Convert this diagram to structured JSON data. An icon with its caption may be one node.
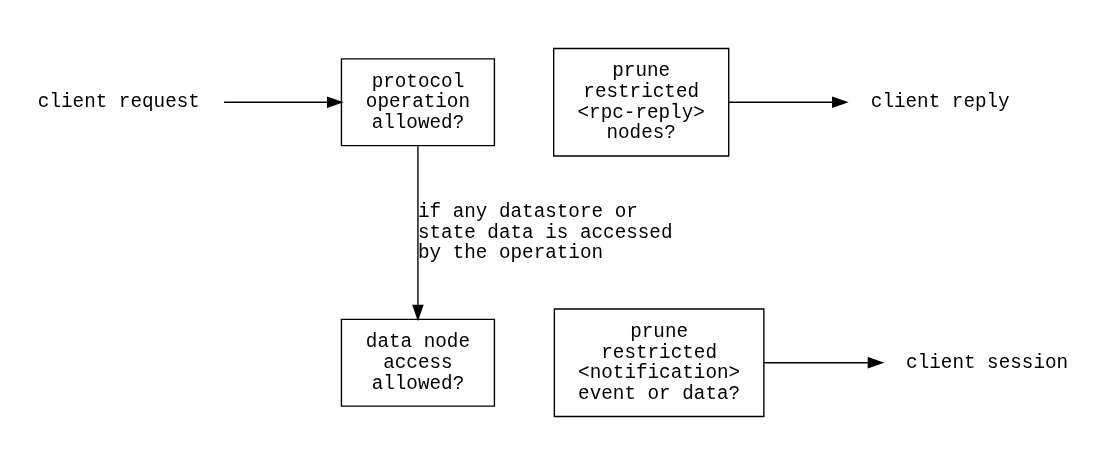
{
  "diagram": {
    "nodes": [
      {
        "text": [
          "client request"
        ]
      },
      {
        "text": [
          "protocol operation allowed?"
        ]
      },
      {
        "text": [
          "prune restricted <rpc-reply> nodes?"
        ]
      },
      {
        "text": [
          "client reply"
        ]
      },
      {
        "text": [
          "data node access allowed?"
        ]
      },
      {
        "text": [
          "prune restricted <notification> event or data?"
        ]
      },
      {
        "text": [
          "client session"
        ]
      }
    ],
    "edges": [
      {
        "from": 0,
        "to": 1,
        "arrow": "to"
      },
      {
        "from": 1,
        "to": 4,
        "arrow": "to",
        "label": "if any datastore or state data is accessed by the operation"
      },
      {
        "from": 2,
        "to": 3,
        "arrow": "to"
      },
      {
        "from": 5,
        "to": 6,
        "arrow": "to"
      }
    ]
  }
}
